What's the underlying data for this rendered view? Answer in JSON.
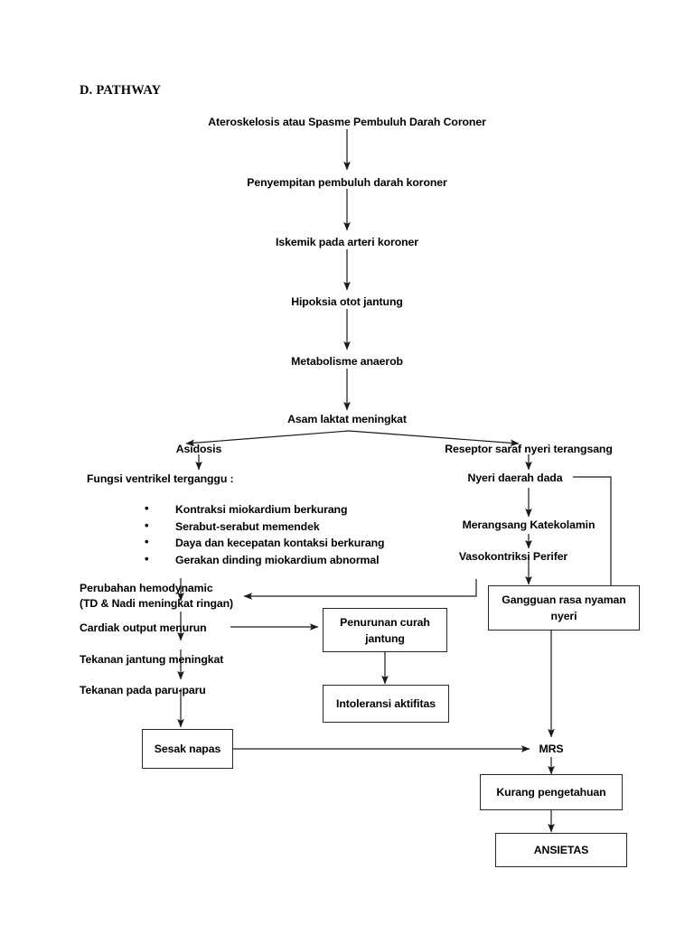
{
  "document": {
    "section_label": "D. PATHWAY"
  },
  "nodes": {
    "atherosclerosis": "Ateroskelosis atau Spasme Pembuluh Darah Coroner",
    "narrowing": "Penyempitan pembuluh darah koroner",
    "ischemia": "Iskemik pada arteri koroner",
    "hypoxia": "Hipoksia otot jantung",
    "anaerobic": "Metabolisme anaerob",
    "lactic_acid": "Asam laktat meningkat",
    "acidosis": "Asidosis",
    "ventricular_function": "Fungsi ventrikel terganggu :",
    "pain_receptor": "Reseptor saraf nyeri terangsang",
    "chest_pain": "Nyeri daerah dada",
    "catecholamine": "Merangsang Katekolamin",
    "vasoconstriction": "Vasokontriksi Perifer",
    "hemodynamic_line1": "Perubahan hemodynamic",
    "hemodynamic_line2": "(TD & Nadi meningkat ringan)",
    "cardiac_output": "Cardiak output menurun",
    "heart_pressure": "Tekanan jantung meningkat",
    "lung_pressure": "Tekanan pada paru-paru",
    "mrs": "MRS"
  },
  "ventricular_bullets": [
    "Kontraksi miokardium berkurang",
    "Serabut-serabut memendek",
    "Daya dan kecepatan kontaksi berkurang",
    "Gerakan dinding miokardium abnormal"
  ],
  "boxes": {
    "decreased_output": "Penurunan curah jantung",
    "activity_intolerance": "Intoleransi aktifitas",
    "comfort_disturbance": "Gangguan rasa nyaman nyeri",
    "dyspnea": "Sesak napas",
    "knowledge_deficit": "Kurang pengetahuan",
    "anxiety": "ANSIETAS"
  },
  "style": {
    "ink": "#000000",
    "line": "#262626",
    "background": "#ffffff"
  }
}
